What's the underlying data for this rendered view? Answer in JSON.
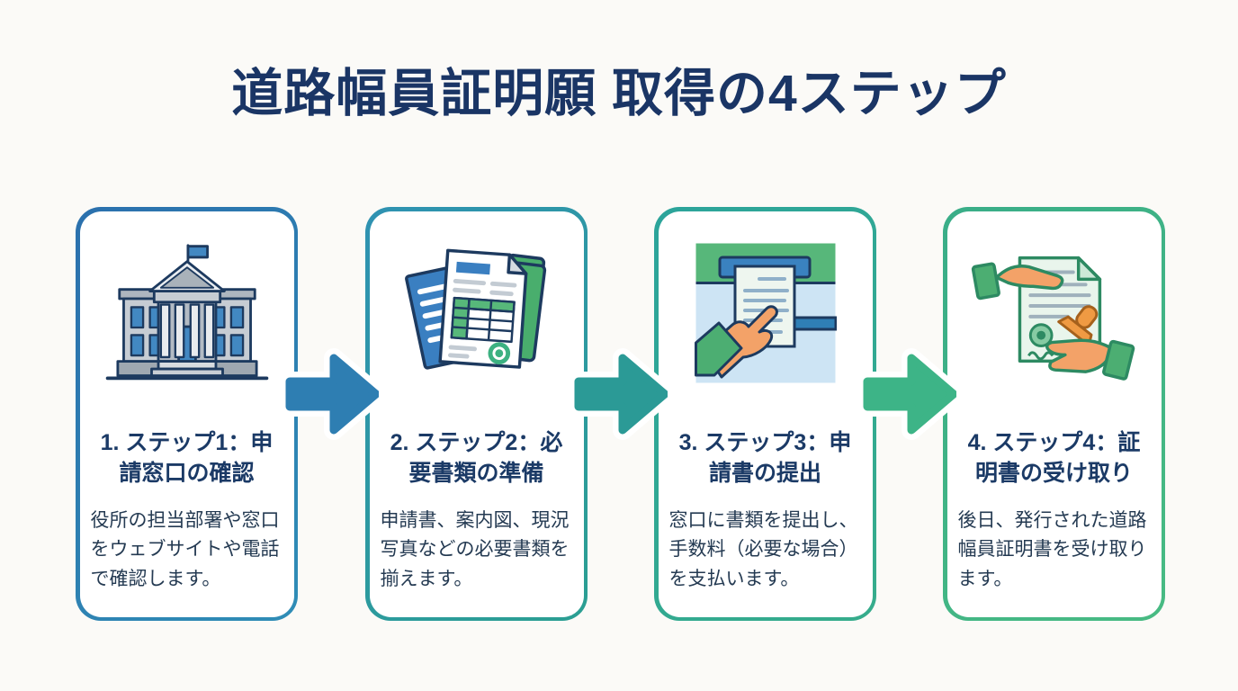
{
  "page": {
    "title": "道路幅員証明願 取得の4ステップ",
    "background": "#fbfaf7",
    "title_color": "#1a3565"
  },
  "text_colors": {
    "step_title": "#1b3a66",
    "step_description": "#243a52"
  },
  "steps": [
    {
      "title": "1. ステップ1：申請窓口の確認",
      "description": "役所の担当部署や窓口をウェブサイトや電話で確認します。",
      "icon": "government-building-icon",
      "border_gradient": [
        "#2b70ad",
        "#2f8db6"
      ]
    },
    {
      "title": "2. ステップ2：必要書類の準備",
      "description": "申請書、案内図、現況写真などの必要書類を揃えます。",
      "icon": "documents-icon",
      "border_gradient": [
        "#2f92b2",
        "#2b9f92"
      ]
    },
    {
      "title": "3. ステップ3：申請書の提出",
      "description": "窓口に書類を提出し、手数料（必要な場合）を支払います。",
      "icon": "submit-document-icon",
      "border_gradient": [
        "#2ca49b",
        "#36ac8b"
      ]
    },
    {
      "title": "4. ステップ4：証明書の受け取り",
      "description": "後日、発行された道路幅員証明書を受け取ります。",
      "icon": "receive-certificate-icon",
      "border_gradient": [
        "#39ad88",
        "#48bb83"
      ]
    }
  ],
  "arrows": [
    {
      "direction": "right",
      "color": "#2e7eb2"
    },
    {
      "direction": "right",
      "color": "#2b9a96"
    },
    {
      "direction": "right",
      "color": "#3db487"
    }
  ]
}
